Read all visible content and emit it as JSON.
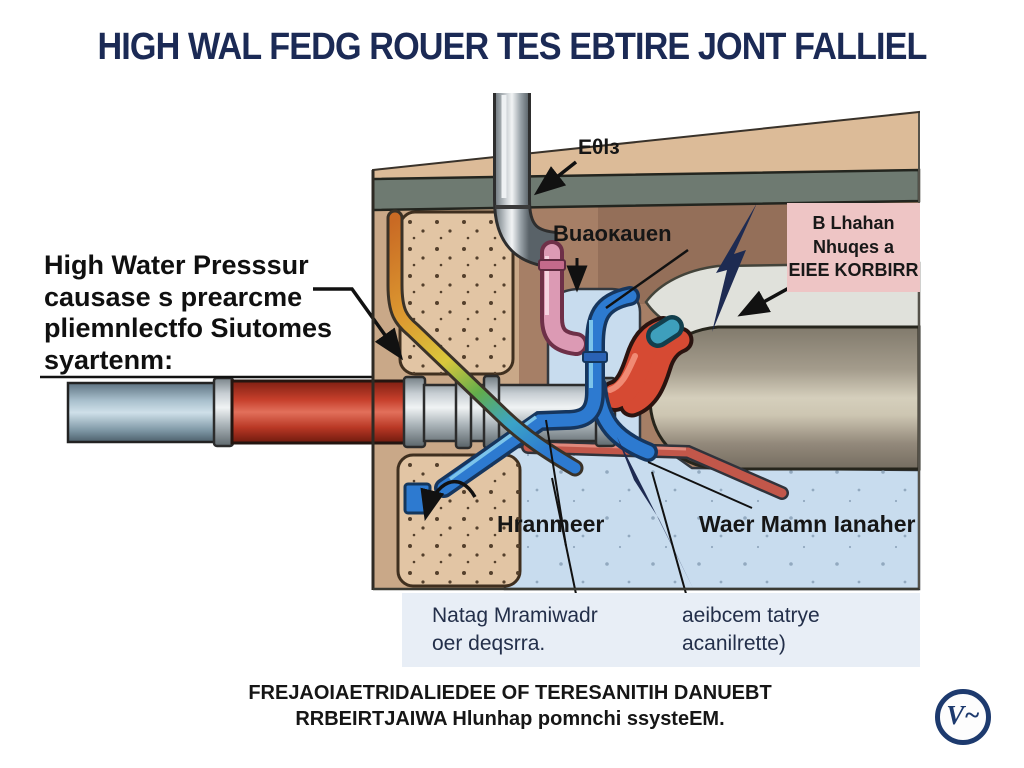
{
  "title": "HIGH WAL FEDG ROUER TES EBTIRE JONT FALLIEL",
  "left_note": "High Water Presssur\ncausase s prearcme\npliemnlectfo Siutomes\nsyartenm:",
  "labels": {
    "ceiling": "Eθlɜ",
    "backflow": "Buaoĸauen",
    "pink_box": "B Lhahan Nhuqes a\nEIEE KORBIRR",
    "hammer": "Hranmeer",
    "water_main": "Waer Mamn Ianaher",
    "bottom_left": "Natag Mramiwadr\noer deqsrra.",
    "bottom_right": "aeibcem tatrye\nacanilrette)"
  },
  "caption": {
    "line1": "FREJAOIAETRIDALIEDEE OF TERESANITIH DANUEBT",
    "line2": "RRBEIRTJAIWA Hlunhap pomnchi ssysteEM."
  },
  "logo": {
    "glyph": "V~"
  },
  "colors": {
    "title_navy": "#1b2a55",
    "pink_highlight": "#eec5c5",
    "pool_blue": "#c8dcee",
    "pipe_red": "#c63f2b",
    "pipe_blue": "#2d7ad0",
    "bolt_navy": "#1e2b52",
    "soil_tan": "#c9a888",
    "soil_brown": "#a67f66"
  }
}
